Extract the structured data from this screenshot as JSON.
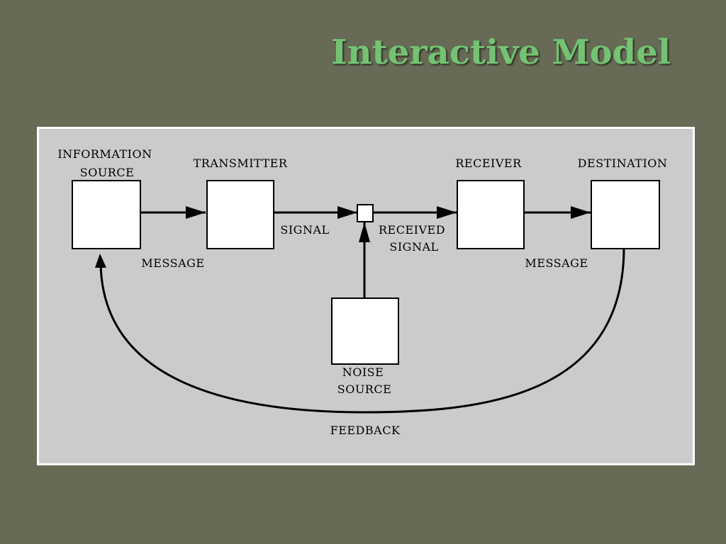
{
  "title": "Interactive Model",
  "diagram": {
    "information_source": [
      "INFORMATION",
      "SOURCE"
    ],
    "transmitter": "TRANSMITTER",
    "receiver": "RECEIVER",
    "destination": "DESTINATION",
    "message_left": "MESSAGE",
    "signal": "SIGNAL",
    "received_signal": [
      "RECEIVED",
      "SIGNAL"
    ],
    "message_right": "MESSAGE",
    "noise_source": [
      "NOISE",
      "SOURCE"
    ],
    "feedback": "FEEDBACK"
  },
  "colors": {
    "background": "#676b56",
    "title": "#74c373",
    "panel": "#cbcbcb",
    "box": "#ffffff",
    "line": "#000000"
  }
}
